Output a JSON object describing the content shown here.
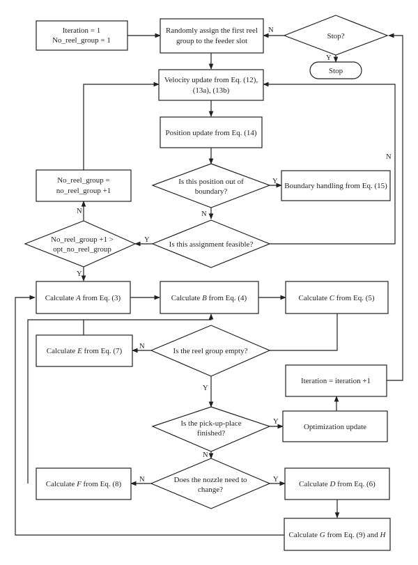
{
  "nodes": {
    "init": {
      "line1": "Iteration = 1",
      "line2": "No_reel_group = 1"
    },
    "assign": {
      "line1": "Randomly assign the first reel",
      "line2": "group to the feeder slot"
    },
    "stop_q": {
      "text": "Stop?"
    },
    "stop": {
      "text": "Stop"
    },
    "velocity": {
      "line1": "Velocity update from Eq. (12),",
      "line2": "(13a), (13b)"
    },
    "position": {
      "text": "Position update from Eq. (14)"
    },
    "out_q": {
      "line1": "Is this position out of",
      "line2": "boundary?"
    },
    "boundary": {
      "text": "Boundary handling from Eq. (15)"
    },
    "incr": {
      "line1": "No_reel_group =",
      "line2": "no_reel_group +1"
    },
    "feasible_q": {
      "text": "Is this assignment feasible?"
    },
    "opt_q": {
      "line1": "No_reel_group +1 >",
      "line2": "opt_no_reel_group"
    },
    "calc_a": {
      "pre": "Calculate ",
      "var": "A",
      "post": " from Eq. (3)"
    },
    "calc_b": {
      "pre": "Calculate ",
      "var": "B",
      "post": " from Eq. (4)"
    },
    "calc_c": {
      "pre": "Calculate ",
      "var": "C",
      "post": " from Eq. (5)"
    },
    "calc_e": {
      "pre": "Calculate ",
      "var": "E",
      "post": " from Eq. (7)"
    },
    "empty_q": {
      "text": "Is the reel group empty?"
    },
    "iter_incr": {
      "text": "Iteration = iteration +1"
    },
    "finished_q": {
      "line1": "Is the pick-up-place",
      "line2": "finished?"
    },
    "opt_update": {
      "text": "Optimization update"
    },
    "calc_f": {
      "pre": "Calculate ",
      "var": "F",
      "post": " from Eq. (8)"
    },
    "nozzle_q": {
      "line1": "Does the nozzle need to",
      "line2": "change?"
    },
    "calc_d": {
      "pre": "Calculate ",
      "var": "D",
      "post": " from Eq. (6)"
    },
    "calc_g": {
      "pre": "Calculate ",
      "var": "G",
      "mid": " from Eq. (9) and ",
      "var2": "H"
    }
  },
  "labels": {
    "yes": "Y",
    "no": "N"
  }
}
